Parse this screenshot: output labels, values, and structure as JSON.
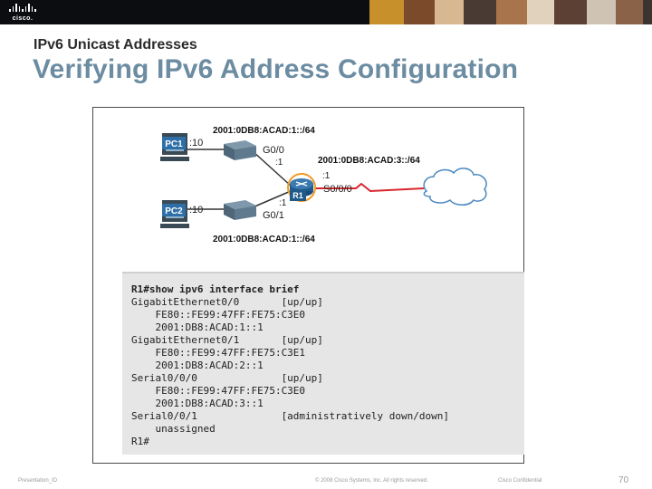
{
  "brand": {
    "logo_text": "cisco."
  },
  "header": {
    "heading": "IPv6 Unicast Addresses",
    "title": "Verifying IPv6 Address Configuration"
  },
  "diagram": {
    "pc1_label": "PC1",
    "pc1_suffix": ":10",
    "pc2_label": "PC2",
    "pc2_suffix": ":10",
    "router_label": "R1",
    "net_top": "2001:0DB8:ACAD:1::/64",
    "net_bottom": "2001:0DB8:ACAD:1::/64",
    "net_right": "2001:0DB8:ACAD:3::/64",
    "g00_label": "G0/0",
    "g00_host": ":1",
    "g01_label": "G0/1",
    "g01_host": ":1",
    "s000_label": "S0/0/0",
    "s000_host": ":1",
    "colors": {
      "router": "#1f5a8a",
      "router_ring": "#f29a26",
      "pc_label_bg": "#2f6fa8",
      "serial_link": "#d9262c"
    }
  },
  "cli": {
    "lines": [
      "R1#show ipv6 interface brief",
      "GigabitEthernet0/0       [up/up]",
      "    FE80::FE99:47FF:FE75:C3E0",
      "    2001:DB8:ACAD:1::1",
      "GigabitEthernet0/1       [up/up]",
      "    FE80::FE99:47FF:FE75:C3E1",
      "    2001:DB8:ACAD:2::1",
      "Serial0/0/0              [up/up]",
      "    FE80::FE99:47FF:FE75:C3E0",
      "    2001:DB8:ACAD:3::1",
      "Serial0/0/1              [administratively down/down]",
      "    unassigned",
      "R1#"
    ]
  },
  "footer": {
    "presentation": "Presentation_ID",
    "copyright": "© 2008 Cisco Systems, Inc. All rights reserved.",
    "confidential": "Cisco Confidential",
    "page_number": "70"
  }
}
